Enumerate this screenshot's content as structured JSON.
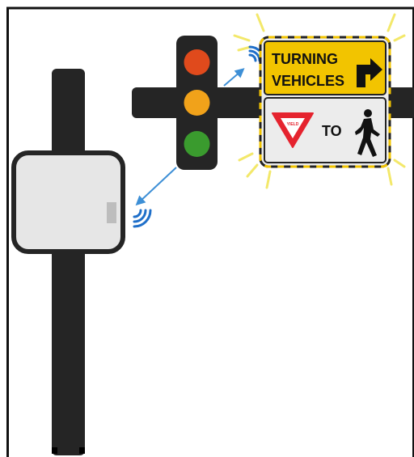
{
  "sign": {
    "top_line1": "TURNING",
    "top_line2": "VEHICLES",
    "yield_label": "YIELD",
    "to_label": "TO"
  },
  "colors": {
    "pole": "#252525",
    "border": "#111111",
    "sign_yellow": "#f2c400",
    "glow": "#f3e86a",
    "yield_red": "#e5232e",
    "signal_red": "#e04a1c",
    "signal_amber": "#f1a21a",
    "signal_green": "#3a9b2e",
    "wireless_blue": "#1f6fc9",
    "arrow_blue": "#3d8fd6",
    "box_fill": "#e6e6e6",
    "sign_white": "#ececec"
  },
  "icons": [
    "traffic-signal-icon",
    "yield-sign-icon",
    "pedestrian-icon",
    "right-turn-arrow-icon",
    "wireless-signal-icon"
  ]
}
